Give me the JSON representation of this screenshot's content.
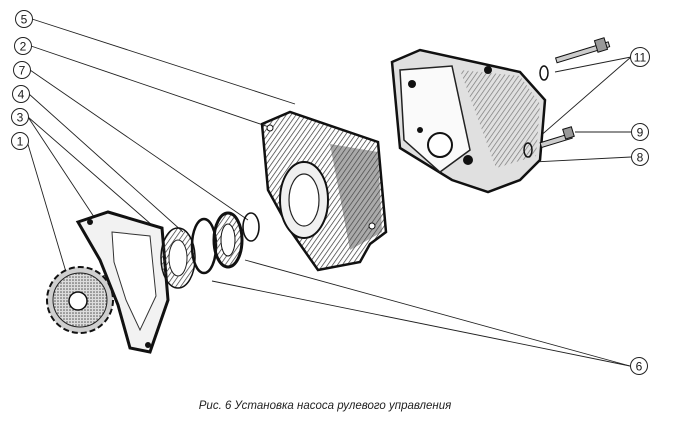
{
  "figure": {
    "caption": "Рис. 6 Установка насоса рулевого управления",
    "callouts": [
      {
        "id": "c1",
        "label": "1"
      },
      {
        "id": "c3",
        "label": "3"
      },
      {
        "id": "c4",
        "label": "4"
      },
      {
        "id": "c7",
        "label": "7"
      },
      {
        "id": "c2",
        "label": "2"
      },
      {
        "id": "c5",
        "label": "5"
      },
      {
        "id": "c11",
        "label": "11"
      },
      {
        "id": "c9",
        "label": "9"
      },
      {
        "id": "c8",
        "label": "8"
      },
      {
        "id": "c6",
        "label": "6"
      }
    ],
    "colors": {
      "ink": "#1a1a1a",
      "paper": "#ffffff"
    }
  }
}
